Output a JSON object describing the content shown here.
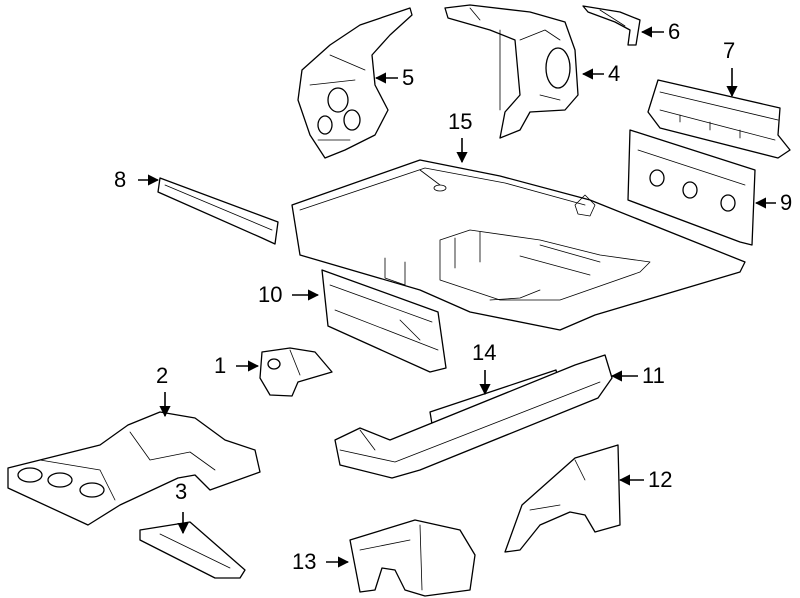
{
  "callouts": [
    {
      "id": "1",
      "label": "1"
    },
    {
      "id": "2",
      "label": "2"
    },
    {
      "id": "3",
      "label": "3"
    },
    {
      "id": "4",
      "label": "4"
    },
    {
      "id": "5",
      "label": "5"
    },
    {
      "id": "6",
      "label": "6"
    },
    {
      "id": "7",
      "label": "7"
    },
    {
      "id": "8",
      "label": "8"
    },
    {
      "id": "9",
      "label": "9"
    },
    {
      "id": "10",
      "label": "10"
    },
    {
      "id": "11",
      "label": "11"
    },
    {
      "id": "12",
      "label": "12"
    },
    {
      "id": "13",
      "label": "13"
    },
    {
      "id": "14",
      "label": "14"
    },
    {
      "id": "15",
      "label": "15"
    }
  ]
}
